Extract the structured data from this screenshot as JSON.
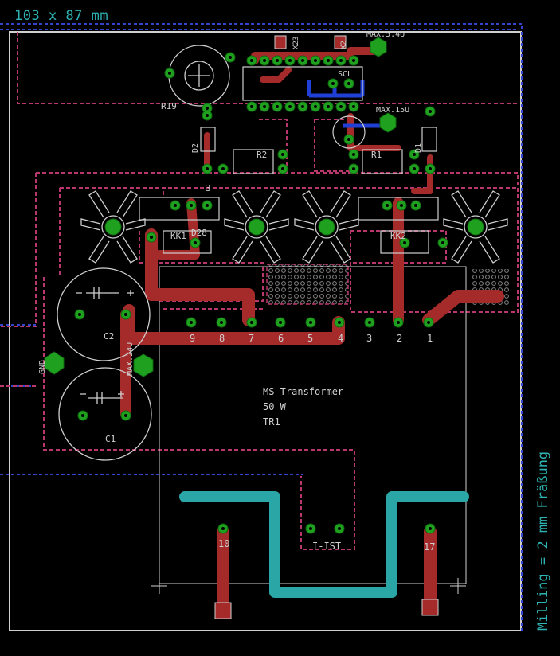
{
  "header": {
    "dimensions": "103 x 87 mm"
  },
  "milling_note": "Milling = 2 mm Fräßung",
  "transformer": {
    "name": "MS-Transformer",
    "power": "50 W",
    "ref": "TR1",
    "pin_bottom_left": "10",
    "pin_bottom_right": "17",
    "i_ist": "I-IST"
  },
  "pins": [
    "9",
    "8",
    "7",
    "6",
    "5",
    "4",
    "3",
    "2",
    "1"
  ],
  "labels": {
    "r19": "R19",
    "r2": "R2",
    "r1": "R1",
    "d2": "D2",
    "d1": "D1",
    "kk1": "KK1",
    "kk2": "KK2",
    "d28": "D28",
    "ic3": "3",
    "c1": "C1",
    "c2": "C2",
    "gnd": "GND",
    "max24": "MAX.24U",
    "max5": "MAX.5.4U",
    "max15": "MAX.15U",
    "x23": "X23",
    "x2": "X2",
    "jumper": "SCL"
  },
  "colors": {
    "copper": "#a52a2a",
    "teal": "#2aa6a6",
    "via": "#1fa11f",
    "outline": "#c8c8c8",
    "keepout": "#b8386e",
    "blue": "#1f3fd6"
  }
}
